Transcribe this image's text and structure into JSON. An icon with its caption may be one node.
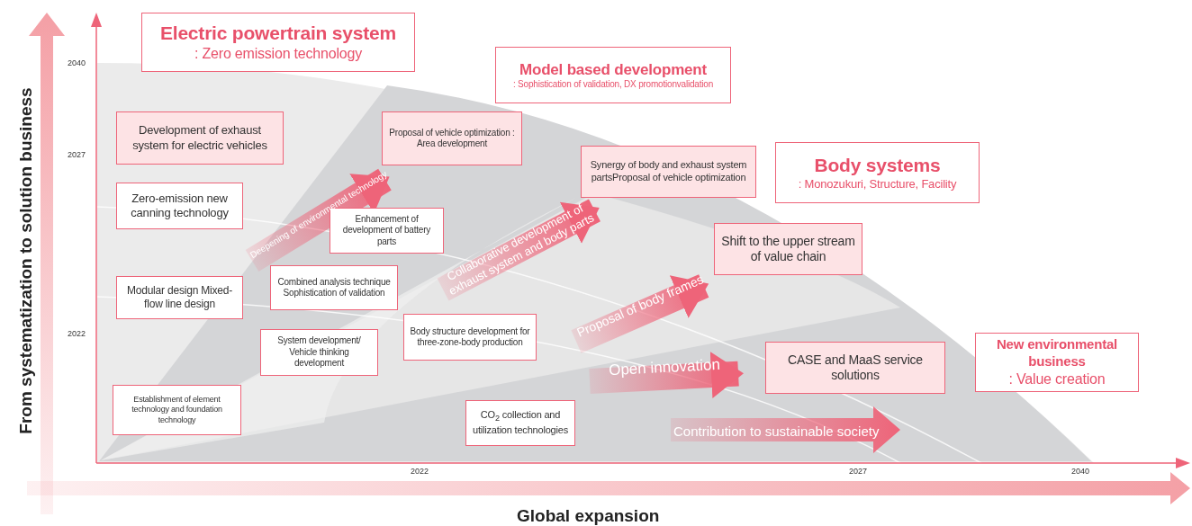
{
  "diagram": {
    "nodes": [
      {
        "text": [
          "Electric powertrain system",
          ": Zero emission technology"
        ]
      },
      {
        "text": [
          "Model based development",
          ": Sophistication of validation, DX promotionvalidation"
        ]
      },
      {
        "text": [
          "Development of exhaust system for electric vehicles"
        ]
      },
      {
        "text": [
          "Proposal of vehicle optimization : Area development"
        ]
      },
      {
        "text": [
          "Synergy of body and exhaust system partsProposal of vehicle optimization"
        ]
      },
      {
        "text": [
          "Body systems",
          ": Monozukuri, Structure, Facility"
        ]
      },
      {
        "text": [
          "Zero-emission new canning technology"
        ]
      },
      {
        "text": [
          "Enhancement of development of battery parts"
        ]
      },
      {
        "text": [
          "Shift to the upper stream of value chain"
        ]
      },
      {
        "text": [
          "Modular design Mixed-flow line design"
        ]
      },
      {
        "text": [
          "Combined analysis technique Sophistication of validation"
        ]
      },
      {
        "text": [
          "System development/ Vehicle thinking development"
        ]
      },
      {
        "text": [
          "Body structure development for three-zone-body production"
        ]
      },
      {
        "text": [
          "New environmental business",
          ": Value creation"
        ]
      },
      {
        "text": [
          "CASE and MaaS service solutions"
        ]
      },
      {
        "text": [
          "Establishment of element technology and foundation technology"
        ]
      },
      {
        "text": [
          "CO$_{2}$ collection and utilization technologies"
        ]
      }
    ],
    "edges": [
      {
        "from": null,
        "to": 3,
        "arrow": "to",
        "label": "Deepening of environmental technology"
      },
      {
        "from": null,
        "to": 4,
        "arrow": "to",
        "label": "Collaborative development of exhaust system and body parts"
      },
      {
        "from": null,
        "to": 8,
        "arrow": "to",
        "label": "Proposal of body frames"
      },
      {
        "from": null,
        "to": 14,
        "arrow": "to",
        "label": "Open innovation"
      }
    ],
    "labels": [
      "From systematization to solution business",
      "2040",
      "2027",
      "2022",
      "Contribution to sustainable society",
      "2022",
      "2027",
      "2040",
      "Global expansion"
    ]
  }
}
